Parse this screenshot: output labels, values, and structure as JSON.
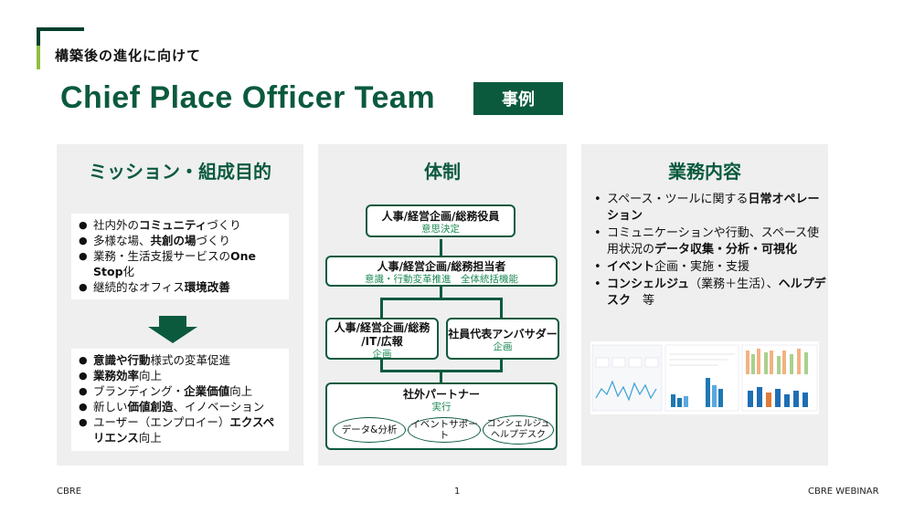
{
  "header": {
    "subtitle": "構築後の進化に向けて",
    "title": "Chief Place Officer Team",
    "badge": "事例"
  },
  "mission": {
    "heading": "ミッション・組成目的",
    "list1": [
      [
        "社内外の",
        "コミュニティ",
        "づくり"
      ],
      [
        "多様な場、",
        "共創の場",
        "づくり"
      ],
      [
        "業務・生活支援サービスの",
        "One Stop",
        "化"
      ],
      [
        "継続的なオフィス",
        "環境改善",
        ""
      ]
    ],
    "list2": [
      [
        "",
        "意識や行動",
        "様式の変革促進"
      ],
      [
        "",
        "業務効率",
        "向上"
      ],
      [
        "ブランディング・",
        "企業価値",
        "向上"
      ],
      [
        "新しい",
        "価値創造",
        "、イノベーション"
      ],
      [
        "ユーザー（エンプロイー）",
        "エクスペリエンス",
        "向上"
      ]
    ]
  },
  "structure": {
    "heading": "体制",
    "box1": {
      "title": "人事/経営企画/総務役員",
      "sub": "意思決定"
    },
    "box2": {
      "title": "人事/経営企画/総務担当者",
      "sub": "意識・行動変革推進　全体統括機能"
    },
    "box3": {
      "title1": "人事/経営企画/総務",
      "title2": "/IT/広報",
      "sub": "企画"
    },
    "box4": {
      "title": "社員代表アンバサダー",
      "sub": "企画"
    },
    "box5": {
      "title": "社外パートナー",
      "sub": "実行"
    },
    "ovals": [
      "データ&分析",
      "イベントサポート",
      "コンシェルジュ ヘルプデスク"
    ]
  },
  "work": {
    "heading": "業務内容",
    "items": [
      [
        "スペース・ツールに関する",
        "日常オペレーション",
        "",
        "",
        ""
      ],
      [
        "コミュニケーションや行動、スペース使用状況の",
        "データ収集・分析・可視化",
        "",
        "",
        ""
      ],
      [
        "",
        "イベント",
        "企画・実施・支援",
        "",
        ""
      ],
      [
        "",
        "コンシェルジュ",
        "（業務＋生活）、",
        "ヘルプデスク",
        "　等"
      ]
    ]
  },
  "footer": {
    "left": "CBRE",
    "page": "1",
    "right": "CBRE WEBINAR"
  },
  "colors": {
    "brand": "#0b5a3e",
    "accent": "#8fbf3f",
    "panel": "#efefef"
  }
}
